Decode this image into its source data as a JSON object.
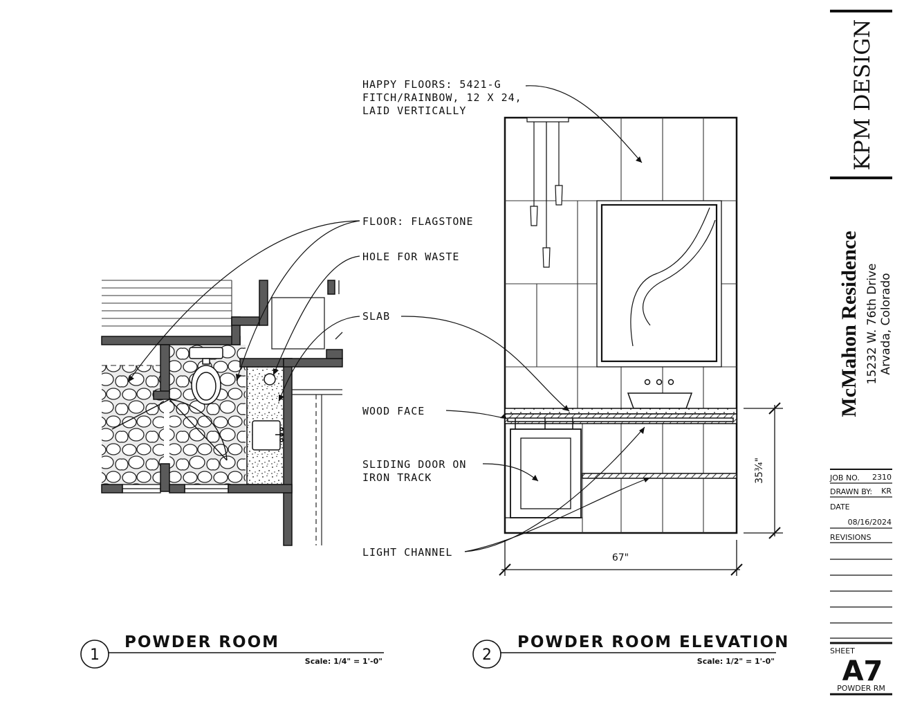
{
  "labels": {
    "happy_floors": [
      "HAPPY FLOORS: 5421-G",
      "FITCH/RAINBOW, 12 X 24,",
      "LAID VERTICALLY"
    ],
    "floor": "FLOOR: FLAGSTONE",
    "hole": "HOLE FOR WASTE",
    "slab": "SLAB",
    "wood_face": "WOOD FACE",
    "sliding_door": [
      "SLIDING DOOR ON",
      "IRON TRACK"
    ],
    "light_channel": "LIGHT CHANNEL"
  },
  "dimensions": {
    "width": "67\"",
    "height": "35¾\""
  },
  "views": [
    {
      "number": "1",
      "title": "POWDER ROOM",
      "scale": "Scale: 1/4\" = 1'-0\""
    },
    {
      "number": "2",
      "title": "POWDER ROOM ELEVATION",
      "scale": "Scale: 1/2\" = 1'-0\""
    }
  ],
  "title_block": {
    "firm": "KPM DESIGN",
    "project": "McMahon Residence",
    "address_line1": "15232 W. 76th Drive",
    "address_line2": "Arvada, Colorado",
    "job_no_label": "JOB NO.",
    "job_no": "2310",
    "drawn_by_label": "DRAWN BY:",
    "drawn_by": "KR",
    "date_label": "DATE",
    "date": "08/16/2024",
    "revisions_label": "REVISIONS",
    "sheet_label": "SHEET",
    "sheet_number": "A7",
    "sheet_name": "POWDER RM"
  }
}
